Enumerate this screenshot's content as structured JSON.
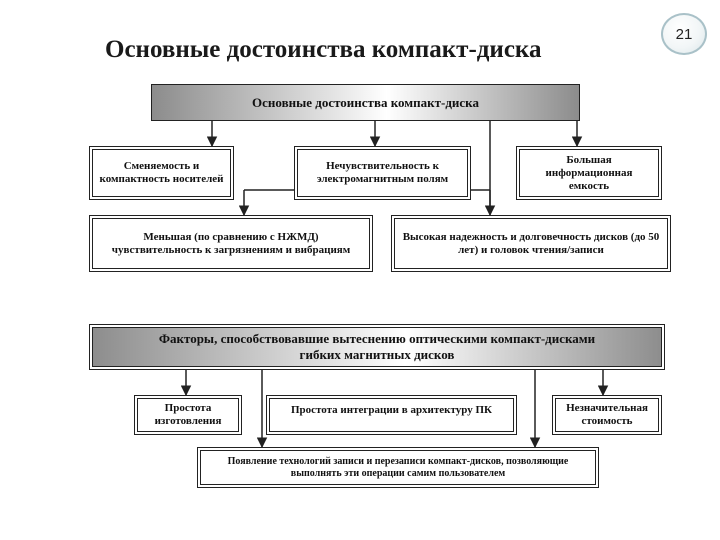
{
  "slide": {
    "title": "Основные достоинства компакт-диска",
    "page_number": "21"
  },
  "diagram": {
    "section1": {
      "header": "Основные достоинства компакт-диска",
      "items": [
        "Сменяемость и компактность носителей",
        "Нечувствительность к электромагнитным полям",
        "Большая информационная емкость",
        "Меньшая (по сравнению с НЖМД) чувствительность к загрязнениям и вибрациям",
        "Высокая надежность и долговечность дисков (до 50 лет) и головок чтения/записи"
      ]
    },
    "section2": {
      "header": "Факторы, способствовавшие вытеснению оптическими компакт-дисками гибких магнитных дисков",
      "items": [
        "Простота изготовления",
        "Простота интеграции в архитектуру ПК",
        "Незначительная стоимость",
        "Появление технологий записи и перезаписи компакт-дисков, позволяющие выполнять эти операции самим пользователем"
      ]
    }
  }
}
